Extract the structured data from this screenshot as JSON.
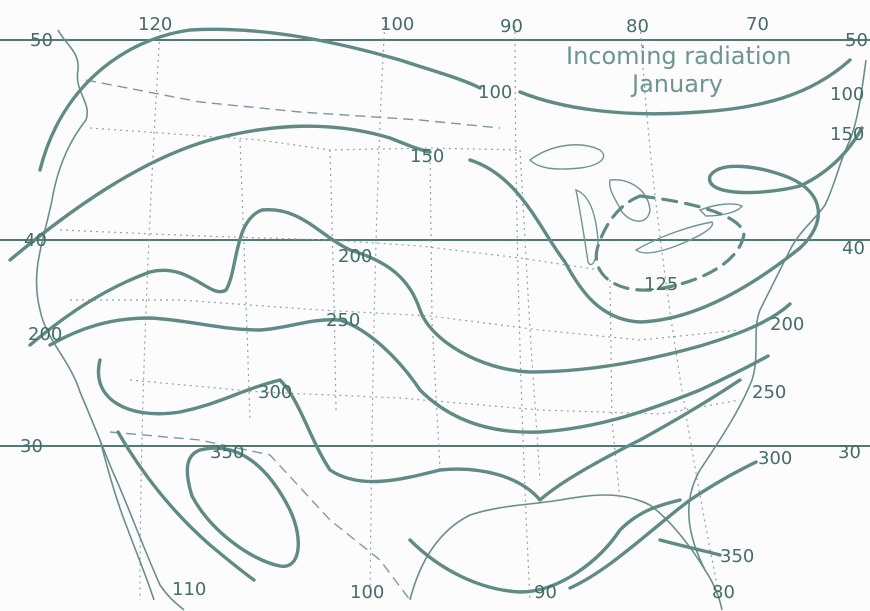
{
  "title": {
    "line1": "Incoming radiation",
    "line2": "January"
  },
  "longitude_labels": {
    "top": [
      "120",
      "100",
      "90",
      "80",
      "70"
    ],
    "bottom": [
      "110",
      "100",
      "90",
      "80"
    ]
  },
  "latitude_labels": {
    "left": [
      "50",
      "40",
      "30"
    ],
    "right": [
      "50",
      "40",
      "30"
    ]
  },
  "isoline_labels": {
    "v100": "100",
    "v150": "150",
    "v200": "200",
    "v250": "250",
    "v300": "300",
    "v350": "350",
    "v125": "125",
    "right_100": "100",
    "right_150": "150",
    "left_200": "200",
    "right_200": "200",
    "right_250": "250",
    "right_300": "300",
    "right_350": "350"
  },
  "colors": {
    "isoline": "#5f8a86",
    "label": "#466d69",
    "title": "#6f9591"
  }
}
